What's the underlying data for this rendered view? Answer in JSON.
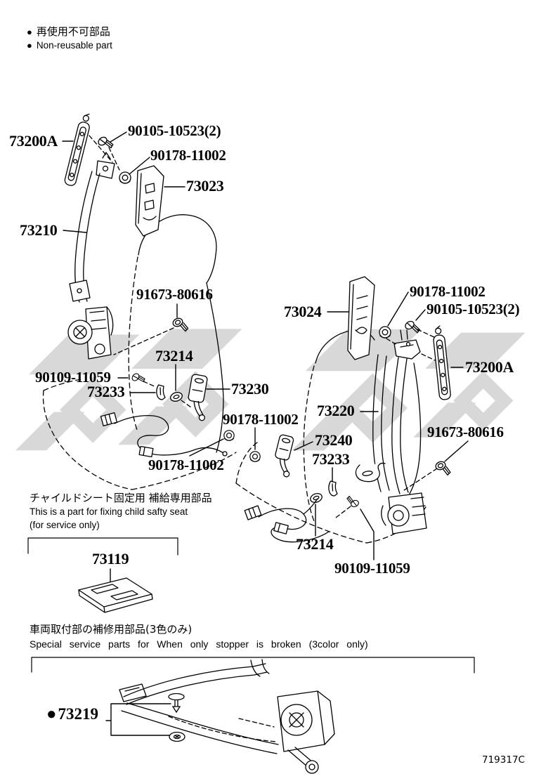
{
  "legend": {
    "bullet": "●",
    "jp": "再使用不可部品",
    "en": "Non-reusable part"
  },
  "labels": {
    "l73200a_left": "73200A",
    "l90105_left": "90105-10523(2)",
    "l90178_top_left": "90178-11002",
    "l73023": "73023",
    "l73210": "73210",
    "l91673_left": "91673-80616",
    "l73214_left": "73214",
    "l90109_left": "90109-11059",
    "l73233_left": "73233",
    "l73230": "73230",
    "l90178_mid": "90178-11002",
    "l90178_low_left": "90178-11002",
    "l73024": "73024",
    "l90178_right": "90178-11002",
    "l90105_right": "90105-10523(2)",
    "l73200a_right": "73200A",
    "l73220": "73220",
    "l91673_right": "91673-80616",
    "l73240": "73240",
    "l73233_right": "73233",
    "l73214_bottom": "73214",
    "l90109_bottom": "90109-11059",
    "l73119": "73119",
    "l73219": "73219"
  },
  "notes": {
    "child_seat": {
      "jp": "チャイルドシート固定用  補給専用部品",
      "en1": "This is a part for fixing child safty seat",
      "en2": "(for service only)"
    },
    "special": {
      "jp": "車両取付部の補修用部品(3色のみ)",
      "en": "Special service parts for When only stopper is broken (3color only)"
    }
  },
  "footer": {
    "code": "719317C"
  },
  "colors": {
    "line": "#000000",
    "watermark": "#d8d8d8",
    "background": "#ffffff"
  }
}
